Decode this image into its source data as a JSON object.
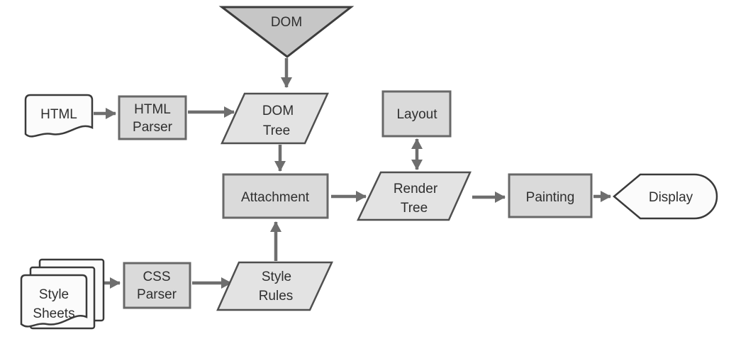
{
  "colors": {
    "bg": "#ffffff",
    "arrow": "#6e6e6e",
    "rect-fill": "#dadada",
    "rect-stroke": "#686868",
    "para-fill": "#e3e3e3",
    "para-stroke": "#4f4f4f",
    "tri-fill": "#c6c6c6",
    "tri-stroke": "#3d3d3d",
    "doc-fill": "#fbfbfb",
    "doc-stroke": "#3a3a3a",
    "text": "#2f2f2f"
  },
  "nodes": {
    "dom": {
      "label": "DOM",
      "shape": "triangle-down"
    },
    "html_doc": {
      "label": "HTML",
      "shape": "document"
    },
    "html_parser": {
      "line1": "HTML",
      "line2": "Parser",
      "shape": "rect"
    },
    "dom_tree": {
      "line1": "DOM",
      "line2": "Tree",
      "shape": "parallelogram"
    },
    "layout": {
      "label": "Layout",
      "shape": "rect"
    },
    "attachment": {
      "label": "Attachment",
      "shape": "rect"
    },
    "render_tree": {
      "line1": "Render",
      "line2": "Tree",
      "shape": "parallelogram"
    },
    "painting": {
      "label": "Painting",
      "shape": "rect"
    },
    "display": {
      "label": "Display",
      "shape": "display"
    },
    "style_sheets": {
      "line1": "Style",
      "line2": "Sheets",
      "shape": "document-stack"
    },
    "css_parser": {
      "line1": "CSS",
      "line2": "Parser",
      "shape": "rect"
    },
    "style_rules": {
      "line1": "Style",
      "line2": "Rules",
      "shape": "parallelogram"
    }
  },
  "edges": [
    {
      "from": "dom",
      "to": "dom_tree"
    },
    {
      "from": "html_doc",
      "to": "html_parser"
    },
    {
      "from": "html_parser",
      "to": "dom_tree"
    },
    {
      "from": "dom_tree",
      "to": "attachment"
    },
    {
      "from": "layout",
      "to": "render_tree",
      "bidirectional": true
    },
    {
      "from": "attachment",
      "to": "render_tree"
    },
    {
      "from": "render_tree",
      "to": "painting"
    },
    {
      "from": "painting",
      "to": "display"
    },
    {
      "from": "style_sheets",
      "to": "css_parser"
    },
    {
      "from": "css_parser",
      "to": "style_rules"
    },
    {
      "from": "style_rules",
      "to": "attachment"
    }
  ]
}
